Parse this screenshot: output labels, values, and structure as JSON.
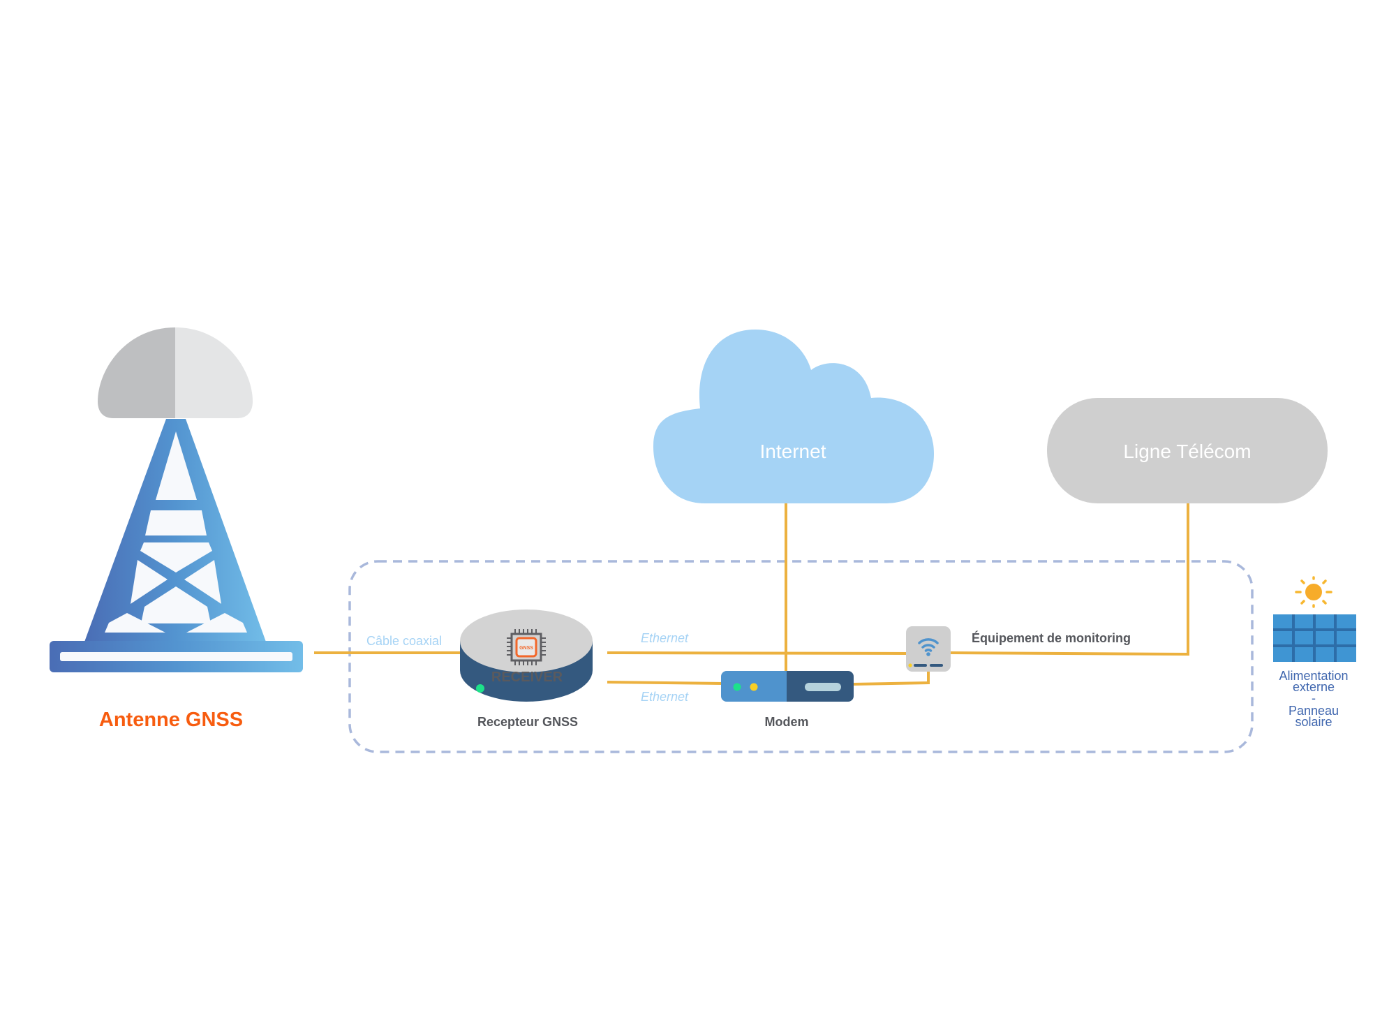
{
  "diagram": {
    "antenna": {
      "label": "Antenne GNSS"
    },
    "receiver": {
      "label": "Recepteur GNSS",
      "device_text": "RECEIVER",
      "chip_text": "GNSS"
    },
    "modem": {
      "label": "Modem"
    },
    "monitoring": {
      "label": "Équipement de monitoring"
    },
    "internet": {
      "label": "Internet"
    },
    "telecom": {
      "label": "Ligne Télécom"
    },
    "links": {
      "coax": "Câble coaxial",
      "ethernet_top": "Ethernet",
      "ethernet_bottom": "Ethernet"
    },
    "power": {
      "lines": [
        "Alimentation",
        "externe",
        "-",
        "Panneau",
        "solaire"
      ]
    },
    "colors": {
      "cable": "#ecb13f",
      "dashed_border": "#a9b8db",
      "antenna_label": "#f75c0f",
      "cloud": "#a5d3f5",
      "telecom": "#cfcfcf",
      "tower_left": "#4a6fb6",
      "tower_right": "#6fbbe6",
      "receiver_body": "#34597f",
      "modem_left": "#4f93cd",
      "modem_right": "#34597f"
    }
  }
}
